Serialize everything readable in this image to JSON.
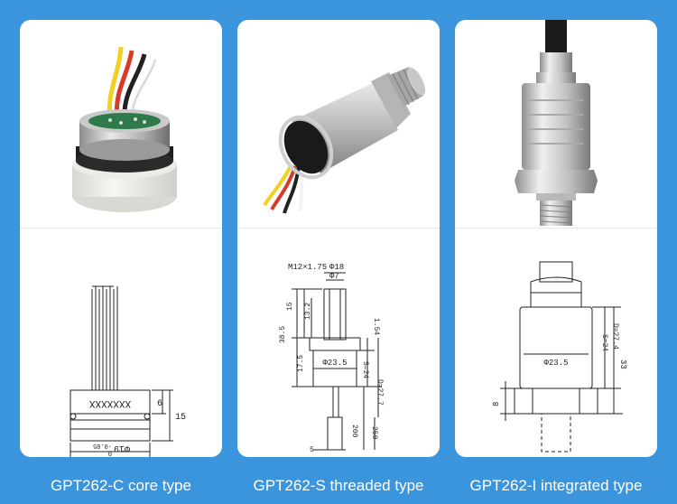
{
  "products": [
    {
      "caption": "GPT262-C core type",
      "drawing": {
        "marking": "XXXXXXX",
        "diameter": "Φ19",
        "tol_upper": "0",
        "tol_lower": "-0.05",
        "dim_6": "6",
        "dim_15": "15"
      }
    },
    {
      "caption": "GPT262-S threaded type",
      "drawing": {
        "thread": "M12×1.75",
        "d18": "Φ18",
        "d7": "Φ7",
        "d23": "Φ23.5",
        "dim_15": "15",
        "dim_13": "13.2",
        "dim_38": "38.5",
        "dim_17": "17.5",
        "dim_154": "1.54",
        "s24": "S=24",
        "d277": "D=27.7",
        "dim_200": "200",
        "dim_250": "250",
        "dim_5": "5"
      }
    },
    {
      "caption": "GPT262-I integrated type",
      "drawing": {
        "d23": "Φ23.5",
        "d274": "D=27.4",
        "s24": "S=24",
        "dim_33": "33",
        "dim_8": "8"
      }
    }
  ]
}
